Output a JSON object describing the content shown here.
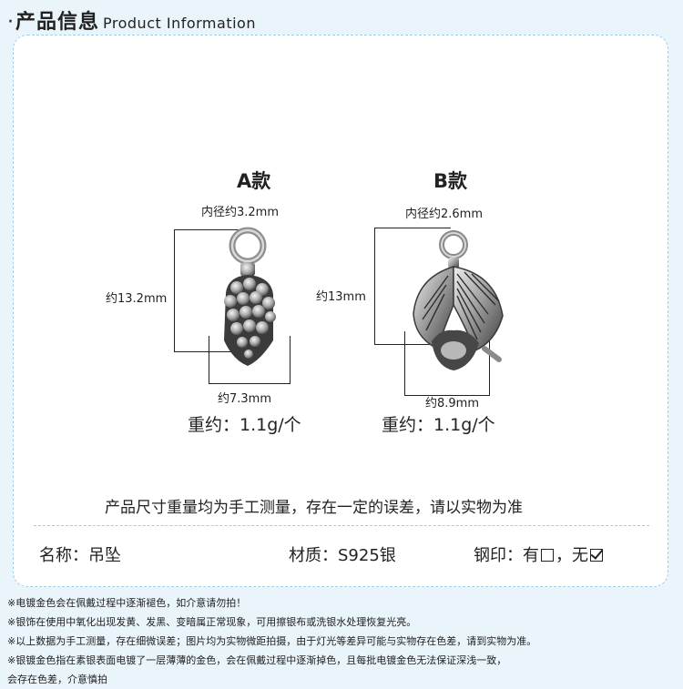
{
  "header": {
    "bullet": "·",
    "title_cn": "产品信息",
    "title_en": "Product Information"
  },
  "variant_a": {
    "title": "A款",
    "inner_diameter": "内径约3.2mm",
    "height": "约13.2mm",
    "width": "约7.3mm",
    "weight": "重约：1.1g/个"
  },
  "variant_b": {
    "title": "B款",
    "inner_diameter": "内径约2.6mm",
    "height": "约13mm",
    "width": "约8.9mm",
    "weight": "重约：1.1g/个"
  },
  "measure_note": "产品尺寸重量均为手工测量，存在一定的误差，请以实物为准",
  "specs": {
    "name_label": "名称：",
    "name_value": "吊坠",
    "material_label": "材质：",
    "material_value": "S925银",
    "stamp_label": "钢印：",
    "stamp_yes": "有",
    "stamp_sep": "，",
    "stamp_no": "无",
    "stamp_yes_checked": false,
    "stamp_no_checked": true
  },
  "notes": [
    "※电镀金色会在佩戴过程中逐渐褪色，如介意请勿拍！",
    "※银饰在使用中氧化出现发黄、发黑、变暗属正常现象，可用擦银布或洗银水处理恢复光亮。",
    "※以上数据为手工测量，存在细微误差；图片均为实物微距拍摄，由于灯光等差异可能与实物存在色差，请到实物为准。",
    "※银镀金色指在素银表面电镀了一层薄薄的金色，会在佩戴过程中逐渐掉色，且每批电镀金色无法保证深浅一致，",
    "会存在色差，介意慎拍"
  ]
}
